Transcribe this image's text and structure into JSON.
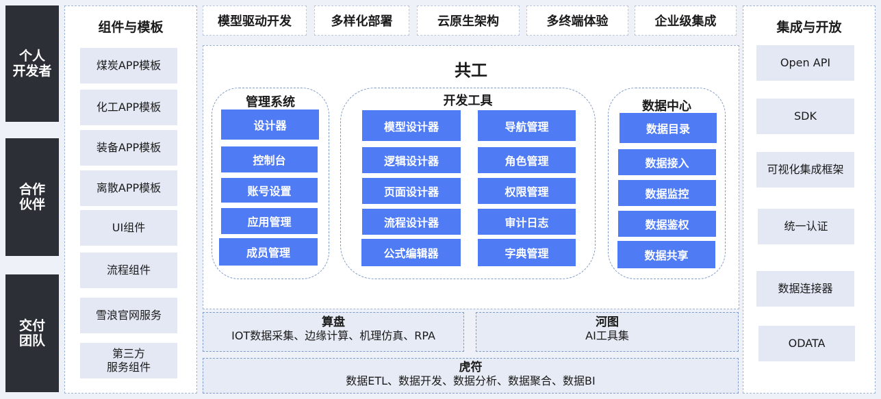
{
  "left_roles": [
    "个人\n开发者",
    "合作\n伙伴",
    "交付\n团队"
  ],
  "components": {
    "title": "组件与模板",
    "items": [
      "煤炭APP模板",
      "化工APP模板",
      "装备APP模板",
      "离散APP模板",
      "UI组件",
      "流程组件",
      "雪浪官网服务",
      "第三方\n服务组件"
    ]
  },
  "top_features": [
    "模型驱动开发",
    "多样化部署",
    "云原生架构",
    "多终端体验",
    "企业级集成"
  ],
  "center": {
    "title": "共工",
    "management": {
      "title": "管理系统",
      "items": [
        "设计器",
        "控制台",
        "账号设置",
        "应用管理",
        "成员管理"
      ]
    },
    "dev_tools": {
      "title": "开发工具",
      "left": [
        "模型设计器",
        "逻辑设计器",
        "页面设计器",
        "流程设计器",
        "公式编辑器"
      ],
      "right": [
        "导航管理",
        "角色管理",
        "权限管理",
        "审计日志",
        "字典管理"
      ]
    },
    "data_center": {
      "title": "数据中心",
      "items": [
        "数据目录",
        "数据接入",
        "数据监控",
        "数据鉴权",
        "数据共享"
      ]
    }
  },
  "bottom": {
    "suanpan": {
      "title": "算盘",
      "desc": "IOT数据采集、边缘计算、机理仿真、RPA"
    },
    "hetu": {
      "title": "河图",
      "desc": "AI工具集"
    },
    "hufu": {
      "title": "虎符",
      "desc": "数据ETL、数据开发、数据分析、数据聚合、数据BI"
    }
  },
  "integration": {
    "title": "集成与开放",
    "items": [
      "Open API",
      "SDK",
      "可视化集成框架",
      "统一认证",
      "数据连接器",
      "ODATA"
    ]
  },
  "colors": {
    "accent": "#4f7bf5",
    "dark": "#2c2f36",
    "item_bg": "#e3e8f4"
  }
}
